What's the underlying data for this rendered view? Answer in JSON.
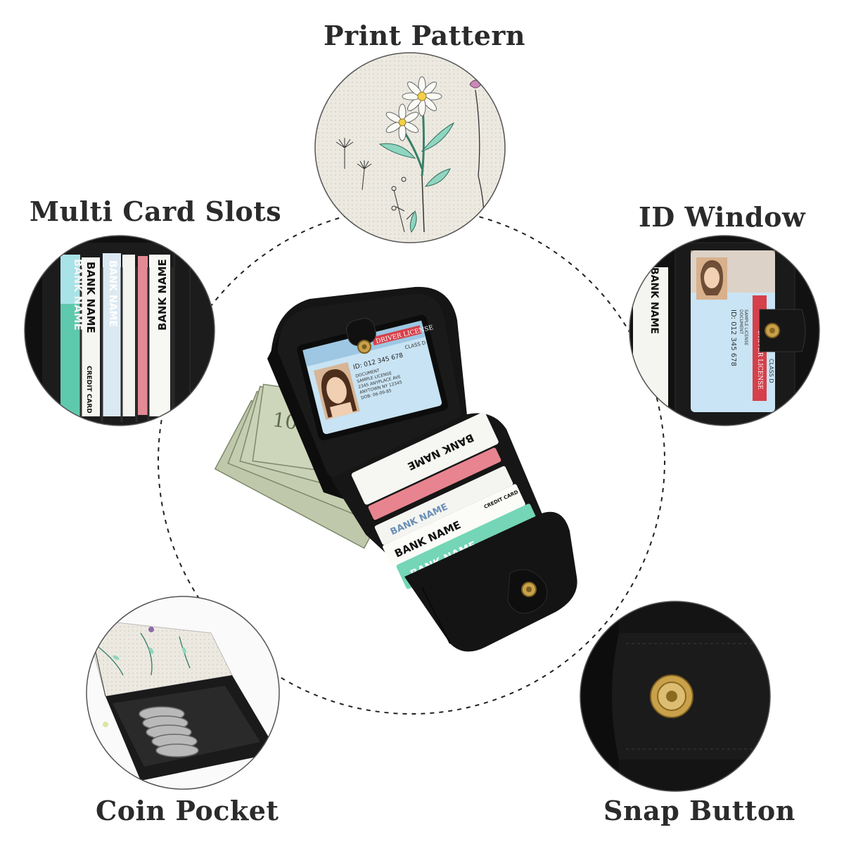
{
  "features": {
    "print_pattern": "Print Pattern",
    "multi_card_slots": "Multi Card Slots",
    "id_window": "ID Window",
    "coin_pocket": "Coin Pocket",
    "snap_button": "Snap Button"
  },
  "card_text": {
    "bank_name": "BANK NAME",
    "credit_card": "CREDIT CARD"
  },
  "license": {
    "title": "DRIVER LICENSE",
    "class": "CLASS D",
    "id": "ID: 012 345 678",
    "line1": "DOCUMENT",
    "line2": "SAMPLE LICENSE",
    "line3": "2345 ANYPLACE AVE",
    "line4": "ANYTOWN NY 12345",
    "dob": "DOB: 06-09-85"
  },
  "money": {
    "denomination": "100"
  },
  "colors": {
    "wallet_black": "#141414",
    "cream": "#ece8df",
    "mint": "#6fd3b2",
    "pink": "#e79aa1",
    "bill_green": "#b9c3a6",
    "gold": "#c9a14a",
    "dashed": "#222222"
  }
}
